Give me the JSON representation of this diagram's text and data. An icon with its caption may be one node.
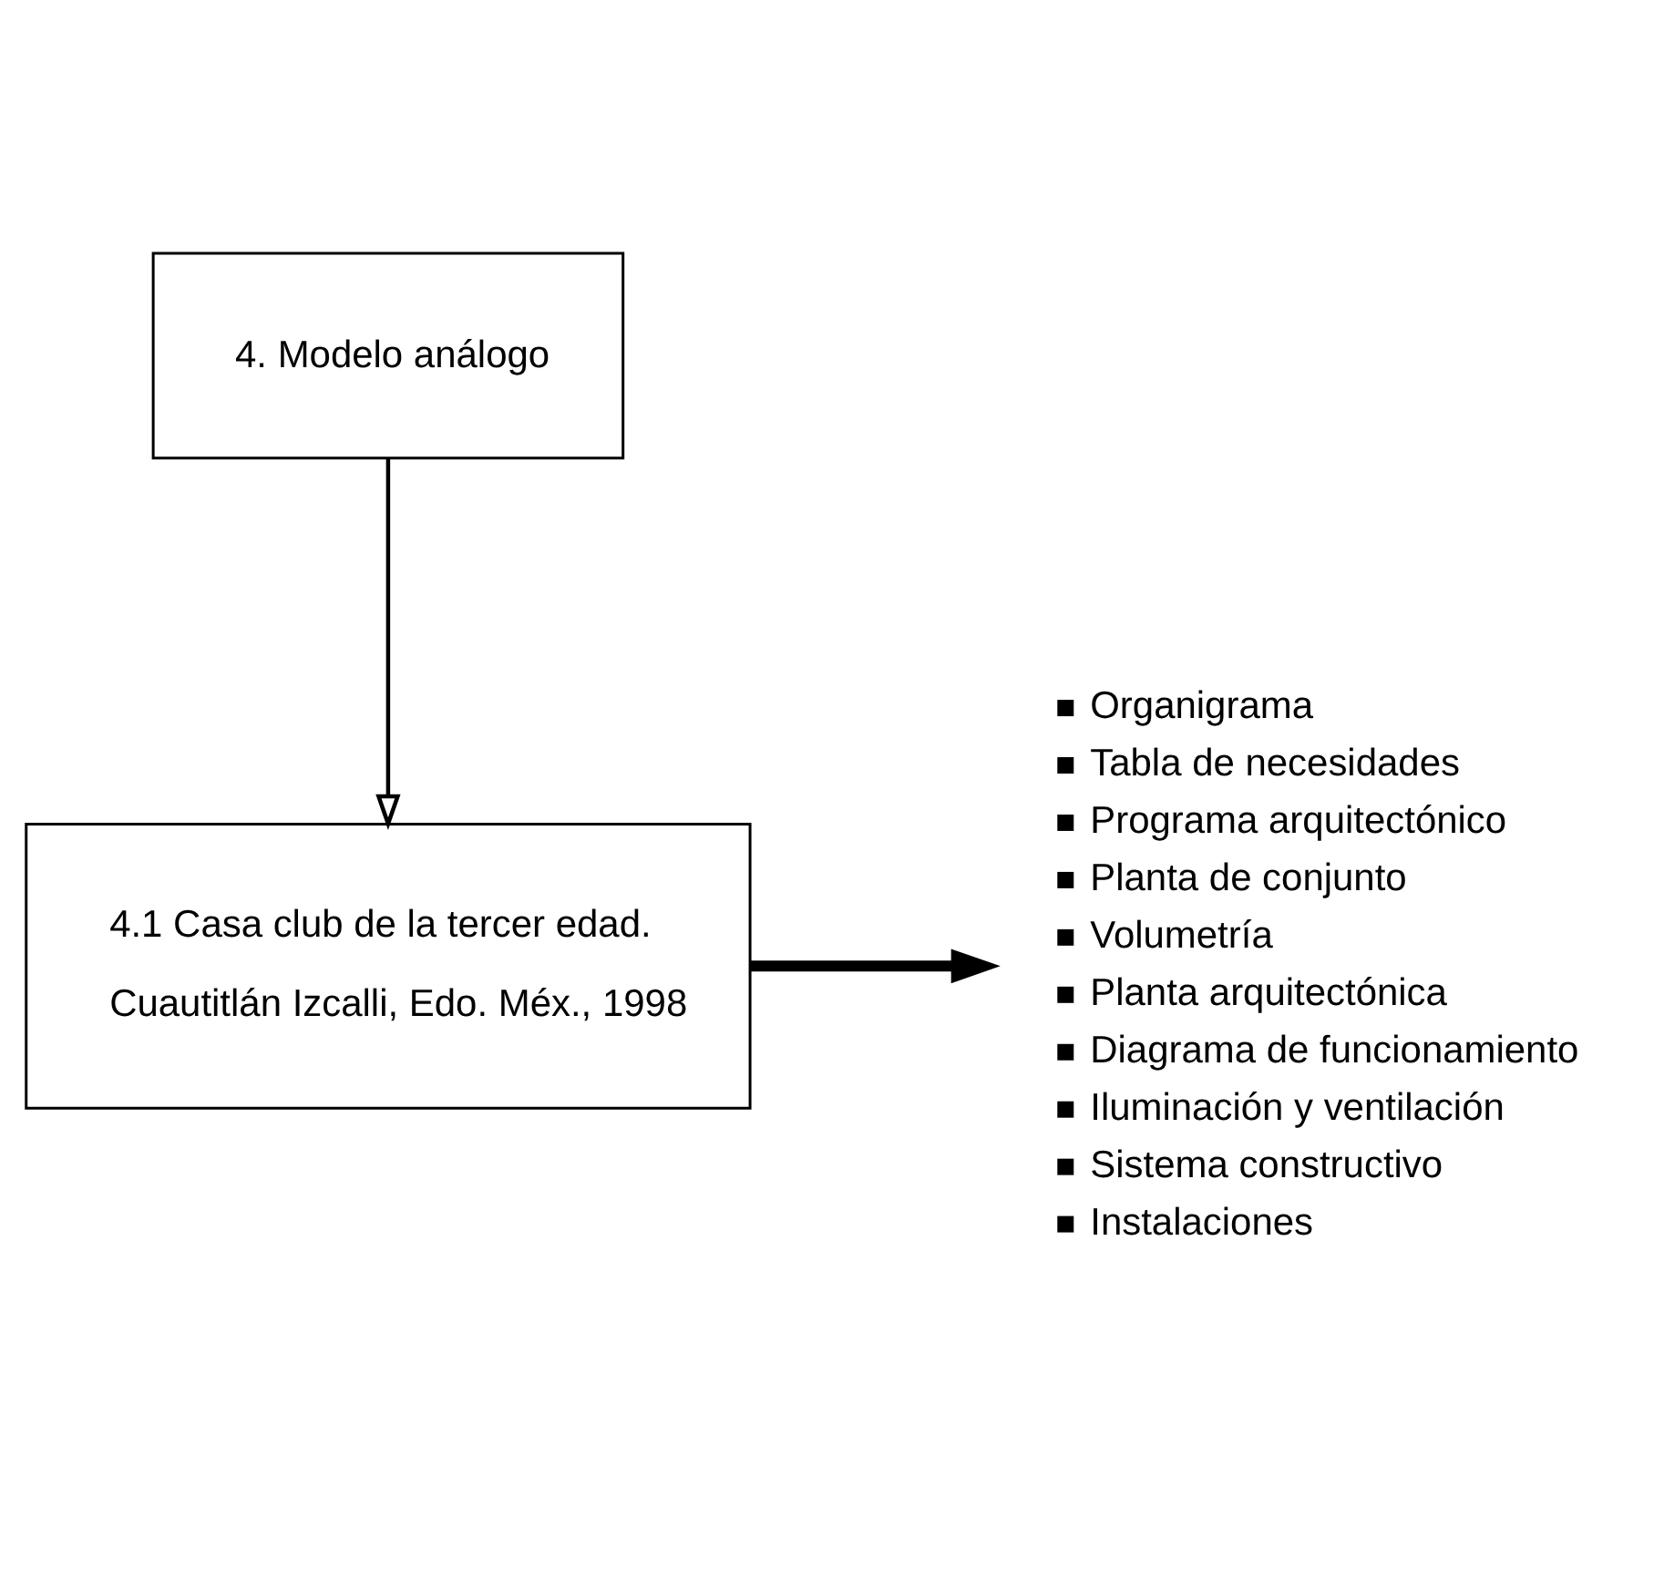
{
  "diagram": {
    "nodes": [
      {
        "text": [
          "4. Modelo análogo"
        ]
      },
      {
        "text": [
          "4.1 Casa club de la tercer edad.",
          "Cuautitlán Izcalli, Edo. Méx., 1998"
        ]
      },
      {
        "text": [
          "Organigrama",
          "Tabla de necesidades",
          "Programa arquitectónico",
          "Planta de conjunto",
          "Volumetría",
          "Planta arquitectónica",
          "Diagrama de funcionamiento",
          "Iluminación y ventilación",
          "Sistema constructivo",
          "Instalaciones"
        ]
      }
    ],
    "edges": [
      {
        "from": 0,
        "to": 1,
        "arrow": "to"
      },
      {
        "from": 1,
        "to": 2,
        "arrow": "to",
        "style": "thick"
      }
    ]
  }
}
